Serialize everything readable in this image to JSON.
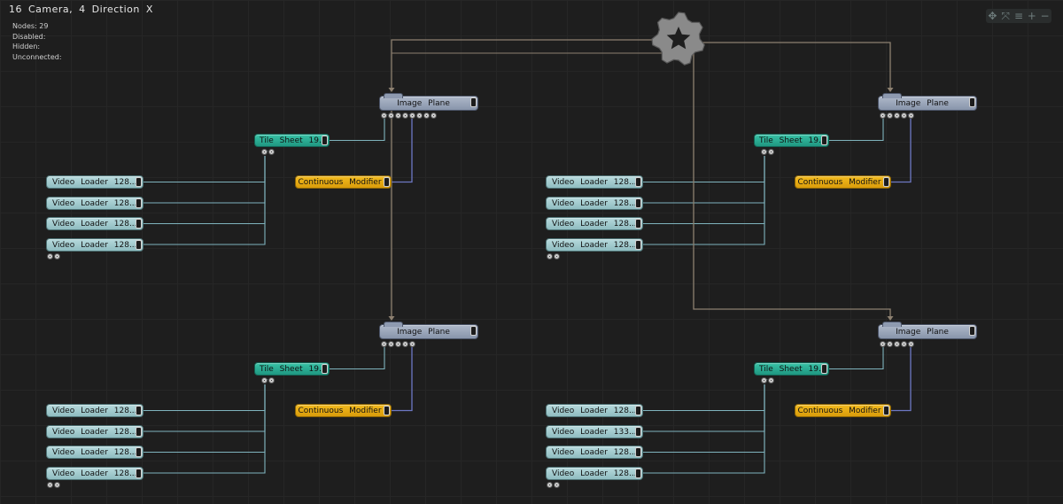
{
  "title": "16 Camera, 4 Direction X",
  "stats": [
    {
      "label": "Nodes:",
      "value": "29"
    },
    {
      "label": "Disabled:",
      "value": ""
    },
    {
      "label": "Hidden:",
      "value": ""
    },
    {
      "label": "Unconnected:",
      "value": ""
    }
  ],
  "toolbar": {
    "icons": [
      "move-icon",
      "fit-icon",
      "menu-icon",
      "zoom-in-icon",
      "zoom-out-icon"
    ],
    "glyphs": [
      "✥",
      "⤧",
      "≡",
      "+",
      "−"
    ]
  },
  "camera": {
    "icon": "camera-gear-icon"
  },
  "colors": {
    "video_loader": "#a3cbcf",
    "tile_sheet": "#2aae93",
    "continuous_modifier": "#e8ad15",
    "image_plane": "#9aa6bb",
    "wire_teal": "#7fb3bd",
    "wire_blue": "#6d78c4",
    "wire_tan": "#8d8070"
  },
  "groups": [
    {
      "image_plane": "Image Plane",
      "tile_sheet": "Tile Sheet 19...",
      "modifier": "Continuous Modifier",
      "video_loaders": [
        "Video Loader 128...",
        "Video Loader 128...",
        "Video Loader 128...",
        "Video Loader 128..."
      ]
    },
    {
      "image_plane": "Image Plane",
      "tile_sheet": "Tile Sheet 19...",
      "modifier": "Continuous Modifier",
      "video_loaders": [
        "Video Loader 128...",
        "Video Loader 128...",
        "Video Loader 128...",
        "Video Loader 128..."
      ]
    },
    {
      "image_plane": "Image Plane",
      "tile_sheet": "Tile Sheet 19...",
      "modifier": "Continuous Modifier",
      "video_loaders": [
        "Video Loader 128...",
        "Video Loader 128...",
        "Video Loader 128...",
        "Video Loader 128..."
      ]
    },
    {
      "image_plane": "Image Plane",
      "tile_sheet": "Tile Sheet 19...",
      "modifier": "Continuous Modifier",
      "video_loaders": [
        "Video Loader 128...",
        "Video Loader 133...",
        "Video Loader 128...",
        "Video Loader 128..."
      ]
    }
  ]
}
